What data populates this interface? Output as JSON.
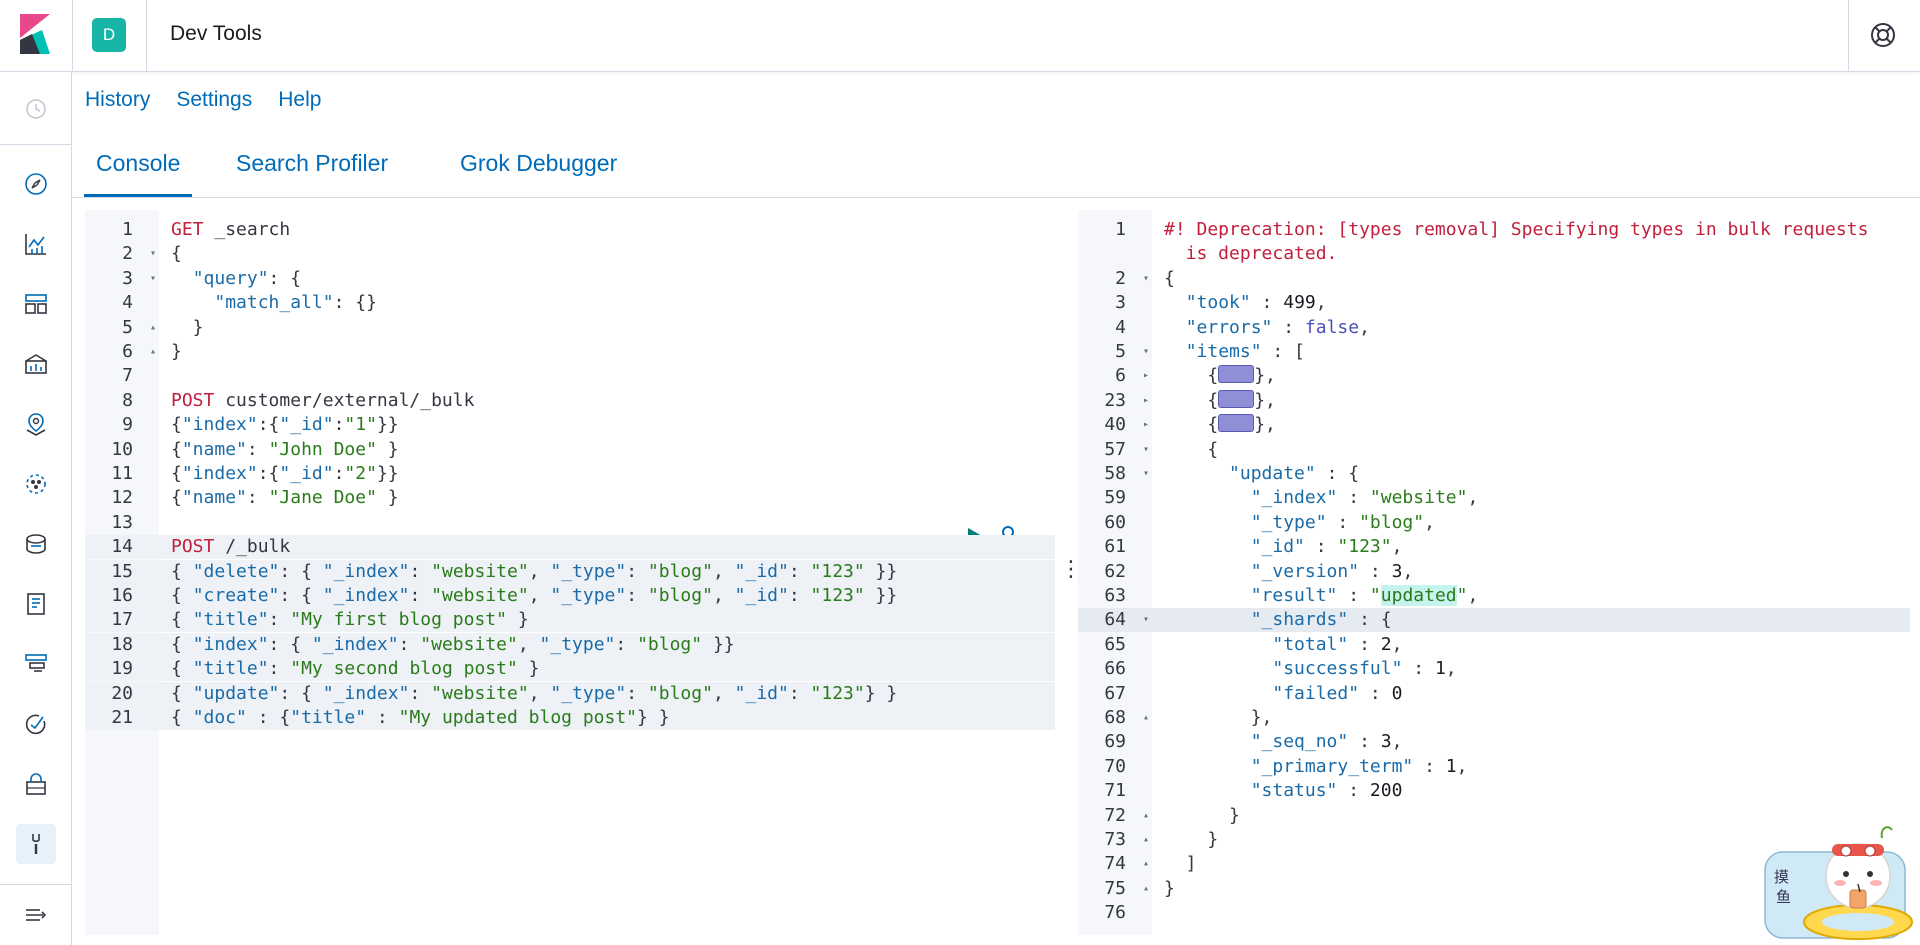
{
  "header": {
    "space_initial": "D",
    "app_title": "Dev Tools"
  },
  "top_links": [
    "History",
    "Settings",
    "Help"
  ],
  "tabs": [
    {
      "label": "Console",
      "active": true
    },
    {
      "label": "Search Profiler",
      "active": false
    },
    {
      "label": "Grok Debugger",
      "active": false
    }
  ],
  "nav_icons": [
    "clock-icon",
    "compass-icon",
    "visualize-icon",
    "dashboard-icon",
    "canvas-icon",
    "maps-icon",
    "ml-icon",
    "infra-icon",
    "logs-icon",
    "apm-icon",
    "uptime-icon",
    "siem-icon",
    "devtools-icon",
    "collapse-icon"
  ],
  "request_editor": {
    "lines": [
      {
        "n": "1",
        "fold": "",
        "tokens": [
          [
            "meth",
            "GET"
          ],
          [
            "plain",
            " _search"
          ]
        ]
      },
      {
        "n": "2",
        "fold": "▾",
        "tokens": [
          [
            "plain",
            "{"
          ]
        ]
      },
      {
        "n": "3",
        "fold": "▾",
        "tokens": [
          [
            "plain",
            "  "
          ],
          [
            "key",
            "\"query\""
          ],
          [
            "plain",
            ": {"
          ]
        ]
      },
      {
        "n": "4",
        "fold": "",
        "tokens": [
          [
            "plain",
            "    "
          ],
          [
            "key",
            "\"match_all\""
          ],
          [
            "plain",
            ": {}"
          ]
        ]
      },
      {
        "n": "5",
        "fold": "▴",
        "tokens": [
          [
            "plain",
            "  }"
          ]
        ]
      },
      {
        "n": "6",
        "fold": "▴",
        "tokens": [
          [
            "plain",
            "}"
          ]
        ]
      },
      {
        "n": "7",
        "fold": "",
        "tokens": []
      },
      {
        "n": "8",
        "fold": "",
        "tokens": [
          [
            "meth",
            "POST"
          ],
          [
            "plain",
            " customer/external/_bulk"
          ]
        ]
      },
      {
        "n": "9",
        "fold": "",
        "tokens": [
          [
            "plain",
            "{"
          ],
          [
            "key",
            "\"index\""
          ],
          [
            "plain",
            ":{"
          ],
          [
            "key",
            "\"_id\""
          ],
          [
            "plain",
            ":"
          ],
          [
            "str",
            "\"1\""
          ],
          [
            "plain",
            "}}"
          ]
        ]
      },
      {
        "n": "10",
        "fold": "",
        "tokens": [
          [
            "plain",
            "{"
          ],
          [
            "key",
            "\"name\""
          ],
          [
            "plain",
            ": "
          ],
          [
            "str",
            "\"John Doe\""
          ],
          [
            "plain",
            " }"
          ]
        ]
      },
      {
        "n": "11",
        "fold": "",
        "tokens": [
          [
            "plain",
            "{"
          ],
          [
            "key",
            "\"index\""
          ],
          [
            "plain",
            ":{"
          ],
          [
            "key",
            "\"_id\""
          ],
          [
            "plain",
            ":"
          ],
          [
            "str",
            "\"2\""
          ],
          [
            "plain",
            "}}"
          ]
        ]
      },
      {
        "n": "12",
        "fold": "",
        "tokens": [
          [
            "plain",
            "{"
          ],
          [
            "key",
            "\"name\""
          ],
          [
            "plain",
            ": "
          ],
          [
            "str",
            "\"Jane Doe\""
          ],
          [
            "plain",
            " }"
          ]
        ]
      },
      {
        "n": "13",
        "fold": "",
        "tokens": []
      },
      {
        "n": "14",
        "fold": "",
        "tokens": [
          [
            "meth",
            "POST"
          ],
          [
            "plain",
            " /_bulk"
          ]
        ]
      },
      {
        "n": "15",
        "fold": "",
        "tokens": [
          [
            "plain",
            "{ "
          ],
          [
            "key",
            "\"delete\""
          ],
          [
            "plain",
            ": { "
          ],
          [
            "key",
            "\"_index\""
          ],
          [
            "plain",
            ": "
          ],
          [
            "str",
            "\"website\""
          ],
          [
            "plain",
            ", "
          ],
          [
            "key",
            "\"_type\""
          ],
          [
            "plain",
            ": "
          ],
          [
            "str",
            "\"blog\""
          ],
          [
            "plain",
            ", "
          ],
          [
            "key",
            "\"_id\""
          ],
          [
            "plain",
            ": "
          ],
          [
            "str",
            "\"123\""
          ],
          [
            "plain",
            " }}"
          ]
        ]
      },
      {
        "n": "16",
        "fold": "",
        "tokens": [
          [
            "plain",
            "{ "
          ],
          [
            "key",
            "\"create\""
          ],
          [
            "plain",
            ": { "
          ],
          [
            "key",
            "\"_index\""
          ],
          [
            "plain",
            ": "
          ],
          [
            "str",
            "\"website\""
          ],
          [
            "plain",
            ", "
          ],
          [
            "key",
            "\"_type\""
          ],
          [
            "plain",
            ": "
          ],
          [
            "str",
            "\"blog\""
          ],
          [
            "plain",
            ", "
          ],
          [
            "key",
            "\"_id\""
          ],
          [
            "plain",
            ": "
          ],
          [
            "str",
            "\"123\""
          ],
          [
            "plain",
            " }}"
          ]
        ]
      },
      {
        "n": "17",
        "fold": "",
        "tokens": [
          [
            "plain",
            "{ "
          ],
          [
            "key",
            "\"title\""
          ],
          [
            "plain",
            ": "
          ],
          [
            "str",
            "\"My first blog post\""
          ],
          [
            "plain",
            " }"
          ]
        ]
      },
      {
        "n": "18",
        "fold": "",
        "tokens": [
          [
            "plain",
            "{ "
          ],
          [
            "key",
            "\"index\""
          ],
          [
            "plain",
            ": { "
          ],
          [
            "key",
            "\"_index\""
          ],
          [
            "plain",
            ": "
          ],
          [
            "str",
            "\"website\""
          ],
          [
            "plain",
            ", "
          ],
          [
            "key",
            "\"_type\""
          ],
          [
            "plain",
            ": "
          ],
          [
            "str",
            "\"blog\""
          ],
          [
            "plain",
            " }}"
          ]
        ]
      },
      {
        "n": "19",
        "fold": "",
        "tokens": [
          [
            "plain",
            "{ "
          ],
          [
            "key",
            "\"title\""
          ],
          [
            "plain",
            ": "
          ],
          [
            "str",
            "\"My second blog post\""
          ],
          [
            "plain",
            " }"
          ]
        ]
      },
      {
        "n": "20",
        "fold": "",
        "tokens": [
          [
            "plain",
            "{ "
          ],
          [
            "key",
            "\"update\""
          ],
          [
            "plain",
            ": { "
          ],
          [
            "key",
            "\"_index\""
          ],
          [
            "plain",
            ": "
          ],
          [
            "str",
            "\"website\""
          ],
          [
            "plain",
            ", "
          ],
          [
            "key",
            "\"_type\""
          ],
          [
            "plain",
            ": "
          ],
          [
            "str",
            "\"blog\""
          ],
          [
            "plain",
            ", "
          ],
          [
            "key",
            "\"_id\""
          ],
          [
            "plain",
            ": "
          ],
          [
            "str",
            "\"123\""
          ],
          [
            "plain",
            "} }"
          ]
        ]
      },
      {
        "n": "21",
        "fold": "",
        "tokens": [
          [
            "plain",
            "{ "
          ],
          [
            "key",
            "\"doc\""
          ],
          [
            "plain",
            " : {"
          ],
          [
            "key",
            "\"title\""
          ],
          [
            "plain",
            " : "
          ],
          [
            "str",
            "\"My updated blog post\""
          ],
          [
            "plain",
            "} }"
          ]
        ]
      }
    ]
  },
  "response_editor": {
    "lines": [
      {
        "n": "1",
        "fold": "",
        "tokens": [
          [
            "warn",
            "#! Deprecation: [types removal] Specifying types in bulk requests"
          ]
        ]
      },
      {
        "n": "",
        "fold": "",
        "tokens": [
          [
            "warn",
            "  is deprecated."
          ]
        ]
      },
      {
        "n": "2",
        "fold": "▾",
        "tokens": [
          [
            "plain",
            "{"
          ]
        ]
      },
      {
        "n": "3",
        "fold": "",
        "tokens": [
          [
            "plain",
            "  "
          ],
          [
            "key",
            "\"took\""
          ],
          [
            "plain",
            " : "
          ],
          [
            "num",
            "499"
          ],
          [
            "plain",
            ","
          ]
        ]
      },
      {
        "n": "4",
        "fold": "",
        "tokens": [
          [
            "plain",
            "  "
          ],
          [
            "key",
            "\"errors\""
          ],
          [
            "plain",
            " : "
          ],
          [
            "bool",
            "false"
          ],
          [
            "plain",
            ","
          ]
        ]
      },
      {
        "n": "5",
        "fold": "▾",
        "tokens": [
          [
            "plain",
            "  "
          ],
          [
            "key",
            "\"items\""
          ],
          [
            "plain",
            " : ["
          ]
        ]
      },
      {
        "n": "6",
        "fold": "▸",
        "tokens": [
          [
            "plain",
            "    {"
          ],
          [
            "box",
            ""
          ],
          [
            "plain",
            "},"
          ]
        ]
      },
      {
        "n": "23",
        "fold": "▸",
        "tokens": [
          [
            "plain",
            "    {"
          ],
          [
            "box",
            ""
          ],
          [
            "plain",
            "},"
          ]
        ]
      },
      {
        "n": "40",
        "fold": "▸",
        "tokens": [
          [
            "plain",
            "    {"
          ],
          [
            "box",
            ""
          ],
          [
            "plain",
            "},"
          ]
        ]
      },
      {
        "n": "57",
        "fold": "▾",
        "tokens": [
          [
            "plain",
            "    {"
          ]
        ]
      },
      {
        "n": "58",
        "fold": "▾",
        "tokens": [
          [
            "plain",
            "      "
          ],
          [
            "key",
            "\"update\""
          ],
          [
            "plain",
            " : {"
          ]
        ]
      },
      {
        "n": "59",
        "fold": "",
        "tokens": [
          [
            "plain",
            "        "
          ],
          [
            "key",
            "\"_index\""
          ],
          [
            "plain",
            " : "
          ],
          [
            "str",
            "\"website\""
          ],
          [
            "plain",
            ","
          ]
        ]
      },
      {
        "n": "60",
        "fold": "",
        "tokens": [
          [
            "plain",
            "        "
          ],
          [
            "key",
            "\"_type\""
          ],
          [
            "plain",
            " : "
          ],
          [
            "str",
            "\"blog\""
          ],
          [
            "plain",
            ","
          ]
        ]
      },
      {
        "n": "61",
        "fold": "",
        "tokens": [
          [
            "plain",
            "        "
          ],
          [
            "key",
            "\"_id\""
          ],
          [
            "plain",
            " : "
          ],
          [
            "str",
            "\"123\""
          ],
          [
            "plain",
            ","
          ]
        ]
      },
      {
        "n": "62",
        "fold": "",
        "tokens": [
          [
            "plain",
            "        "
          ],
          [
            "key",
            "\"_version\""
          ],
          [
            "plain",
            " : "
          ],
          [
            "num",
            "3"
          ],
          [
            "plain",
            ","
          ]
        ]
      },
      {
        "n": "63",
        "fold": "",
        "tokens": [
          [
            "plain",
            "        "
          ],
          [
            "key",
            "\"result\""
          ],
          [
            "plain",
            " : "
          ],
          [
            "str",
            "\""
          ],
          [
            "hl",
            "updated"
          ],
          [
            "str",
            "\""
          ],
          [
            "plain",
            ","
          ]
        ]
      },
      {
        "n": "64",
        "fold": "▾",
        "tokens": [
          [
            "plain",
            "        "
          ],
          [
            "key",
            "\"_shards\""
          ],
          [
            "plain",
            " : {"
          ]
        ]
      },
      {
        "n": "65",
        "fold": "",
        "tokens": [
          [
            "plain",
            "          "
          ],
          [
            "key",
            "\"total\""
          ],
          [
            "plain",
            " : "
          ],
          [
            "num",
            "2"
          ],
          [
            "plain",
            ","
          ]
        ]
      },
      {
        "n": "66",
        "fold": "",
        "tokens": [
          [
            "plain",
            "          "
          ],
          [
            "key",
            "\"successful\""
          ],
          [
            "plain",
            " : "
          ],
          [
            "num",
            "1"
          ],
          [
            "plain",
            ","
          ]
        ]
      },
      {
        "n": "67",
        "fold": "",
        "tokens": [
          [
            "plain",
            "          "
          ],
          [
            "key",
            "\"failed\""
          ],
          [
            "plain",
            " : "
          ],
          [
            "num",
            "0"
          ]
        ]
      },
      {
        "n": "68",
        "fold": "▴",
        "tokens": [
          [
            "plain",
            "        },"
          ]
        ]
      },
      {
        "n": "69",
        "fold": "",
        "tokens": [
          [
            "plain",
            "        "
          ],
          [
            "key",
            "\"_seq_no\""
          ],
          [
            "plain",
            " : "
          ],
          [
            "num",
            "3"
          ],
          [
            "plain",
            ","
          ]
        ]
      },
      {
        "n": "70",
        "fold": "",
        "tokens": [
          [
            "plain",
            "        "
          ],
          [
            "key",
            "\"_primary_term\""
          ],
          [
            "plain",
            " : "
          ],
          [
            "num",
            "1"
          ],
          [
            "plain",
            ","
          ]
        ]
      },
      {
        "n": "71",
        "fold": "",
        "tokens": [
          [
            "plain",
            "        "
          ],
          [
            "key",
            "\"status\""
          ],
          [
            "plain",
            " : "
          ],
          [
            "num",
            "200"
          ]
        ]
      },
      {
        "n": "72",
        "fold": "▴",
        "tokens": [
          [
            "plain",
            "      }"
          ]
        ]
      },
      {
        "n": "73",
        "fold": "▴",
        "tokens": [
          [
            "plain",
            "    }"
          ]
        ]
      },
      {
        "n": "74",
        "fold": "▴",
        "tokens": [
          [
            "plain",
            "  ]"
          ]
        ]
      },
      {
        "n": "75",
        "fold": "▴",
        "tokens": [
          [
            "plain",
            "}"
          ]
        ]
      },
      {
        "n": "76",
        "fold": "",
        "tokens": []
      }
    ]
  },
  "mascot_text": "摸鱼"
}
